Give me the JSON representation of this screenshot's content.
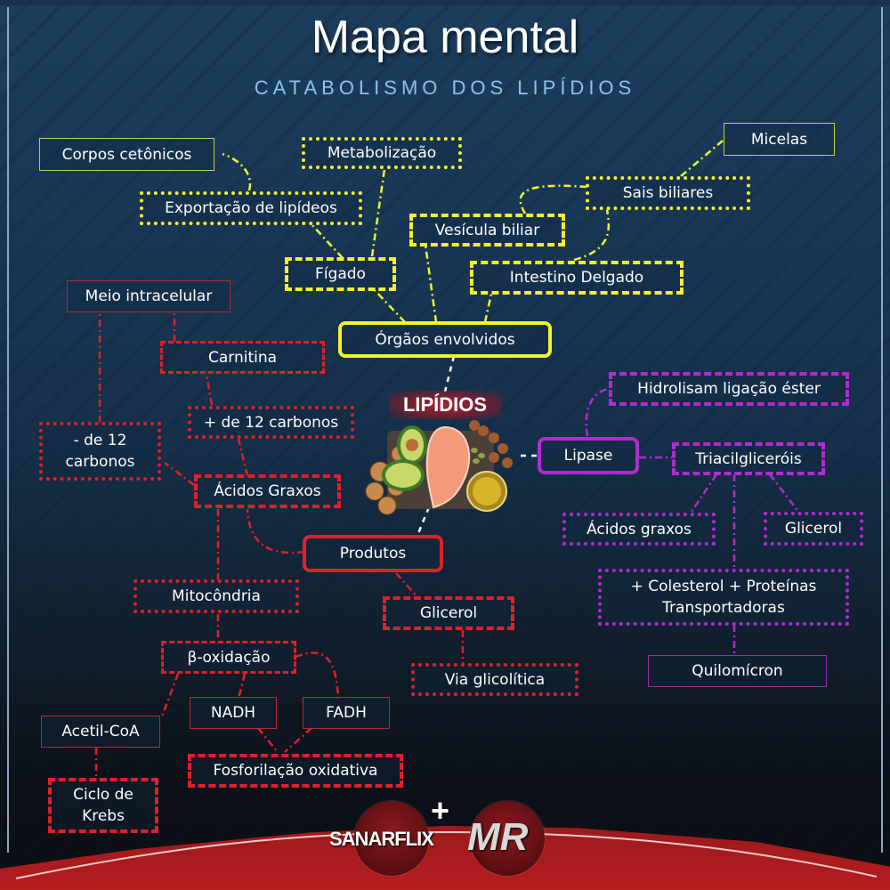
{
  "header": {
    "title": "Mapa mental",
    "subtitle": "CATABOLISMO DOS LIPÍDIOS"
  },
  "center": {
    "label": "LIPÍDIOS",
    "image": "food-illustration: salmon, avocado, nuts, olive oil"
  },
  "branches": {
    "organs": {
      "color": "#f2f230",
      "root": "Órgãos envolvidos",
      "nodes": {
        "figado": "Fígado",
        "metabolizacao": "Metabolização",
        "exportacao": "Exportação de lipídeos",
        "corpos_cetonicos": "Corpos cetônicos",
        "vesicula": "Vesícula biliar",
        "intestino": "Intestino Delgado",
        "sais_biliares": "Sais biliares",
        "micelas": "Micelas"
      }
    },
    "products": {
      "color": "#e0202a",
      "root": "Produtos",
      "nodes": {
        "acidos_graxos": "Ácidos Graxos",
        "menos_12": "- de 12 carbonos",
        "mais_12": "+ de 12 carbonos",
        "carnitina": "Carnitina",
        "meio_intracelular": "Meio intracelular",
        "mitocondria": "Mitocôndria",
        "beta_oxidacao": "β-oxidação",
        "acetil_coa": "Acetil-CoA",
        "ciclo_krebs": "Ciclo de Krebs",
        "nadh": "NADH",
        "fadh": "FADH",
        "fosforilacao": "Fosforilação oxidativa",
        "glicerol": "Glicerol",
        "via_glicolitica": "Via glicolítica"
      }
    },
    "lipase": {
      "color": "#b02ccf",
      "root": "Lipase",
      "nodes": {
        "hidrolisam": "Hidrolisam ligação éster",
        "triacilgliceróis": "Triacilgliceróis",
        "acidos_graxos": "Ácidos graxos",
        "glicerol": "Glicerol",
        "colesterol": "+ Colesterol + Proteínas Transportadoras",
        "quilomicron": "Quilomícron"
      }
    }
  },
  "footer": {
    "logo_left": "SANARFLIX",
    "plus": "+",
    "logo_right": "MR"
  }
}
